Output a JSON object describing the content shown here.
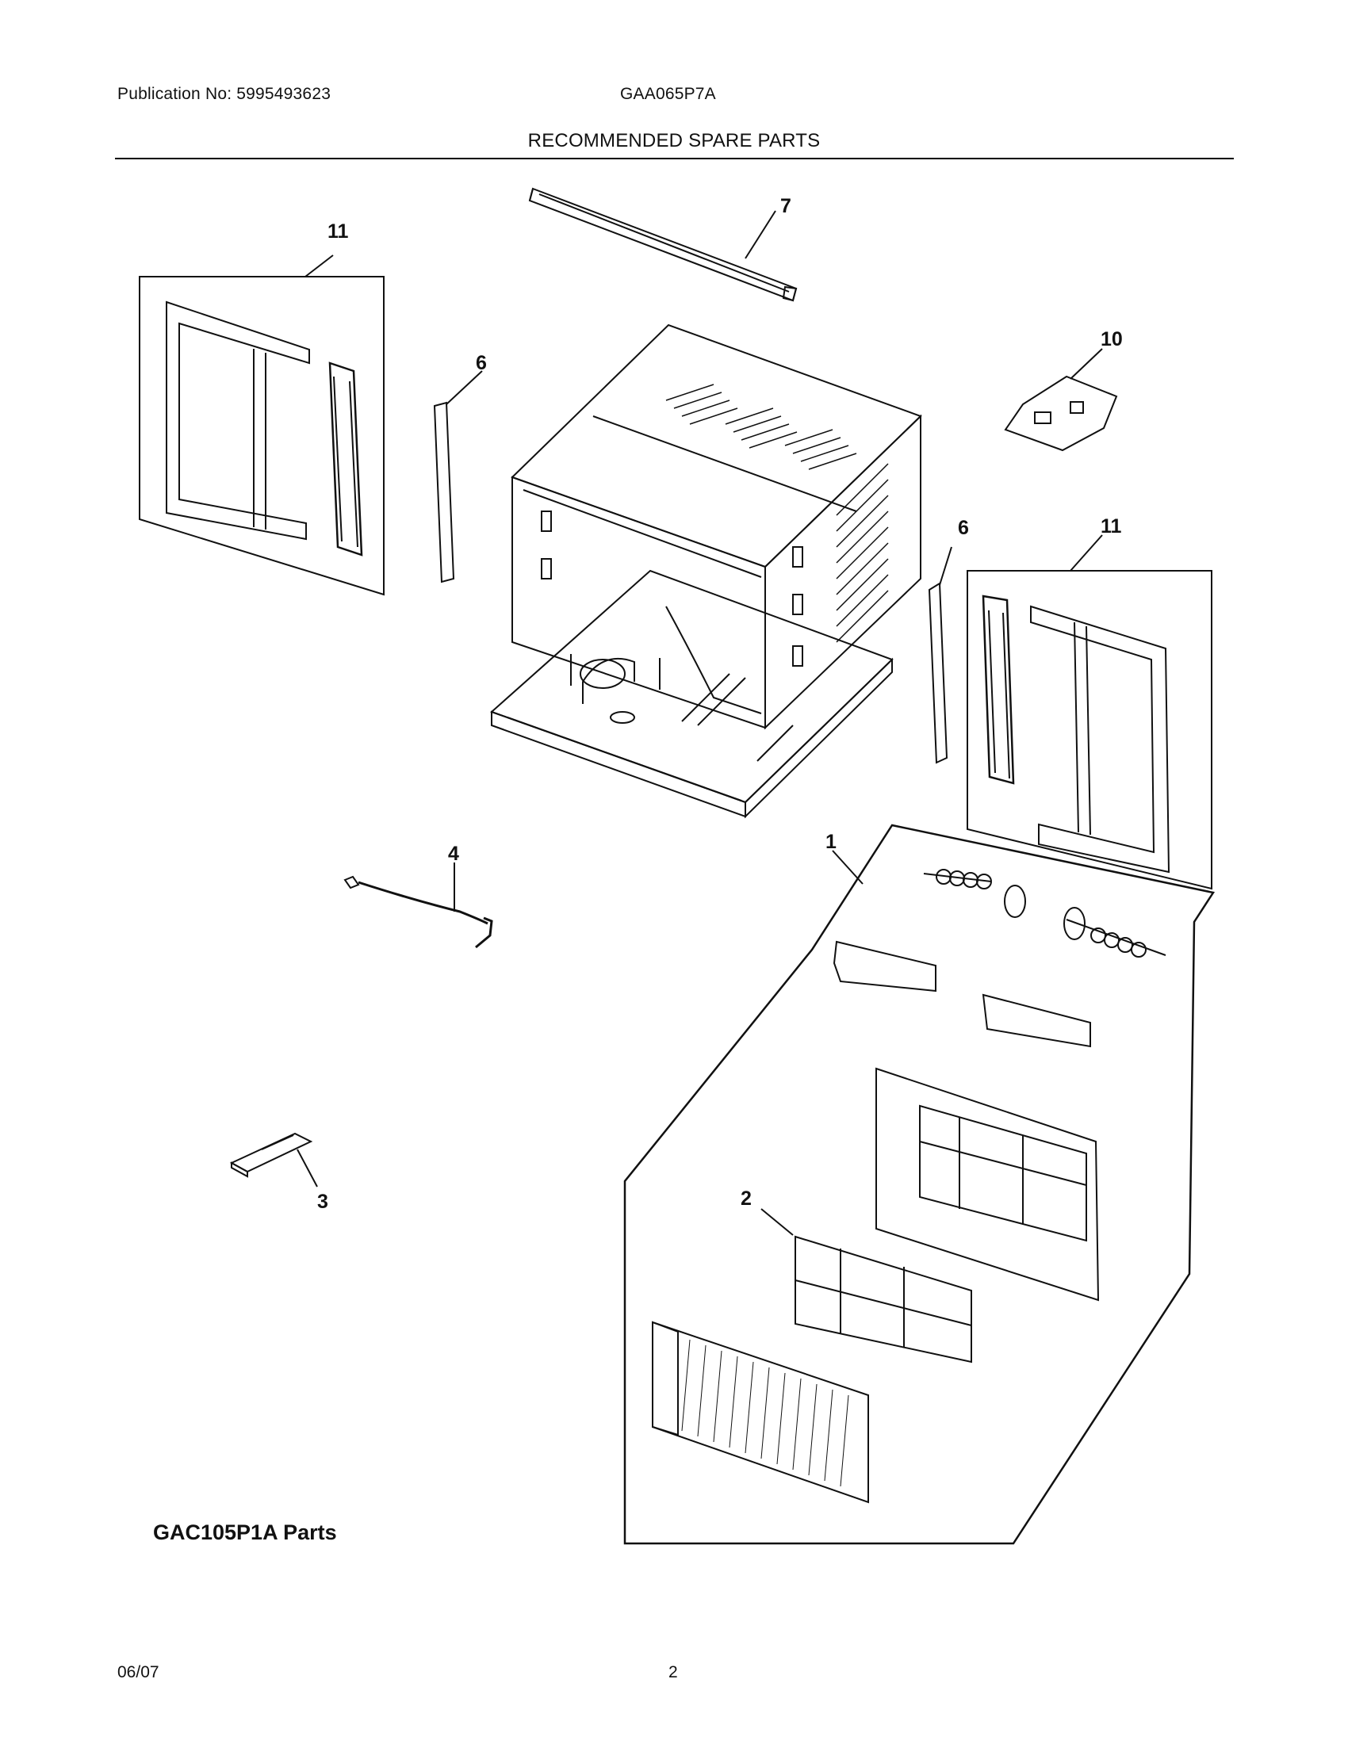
{
  "header": {
    "publication": "Publication No: 5995493623",
    "model": "GAA065P7A",
    "title": "RECOMMENDED SPARE PARTS"
  },
  "callouts": {
    "c1": "1",
    "c2": "2",
    "c3": "3",
    "c4": "4",
    "c6a": "6",
    "c6b": "6",
    "c7": "7",
    "c10": "10",
    "c11a": "11",
    "c11b": "11"
  },
  "parts_label": "GAC105P1A Parts",
  "footer": {
    "date": "06/07",
    "page": "2"
  },
  "colors": {
    "ink": "#111111",
    "paper": "#ffffff"
  }
}
